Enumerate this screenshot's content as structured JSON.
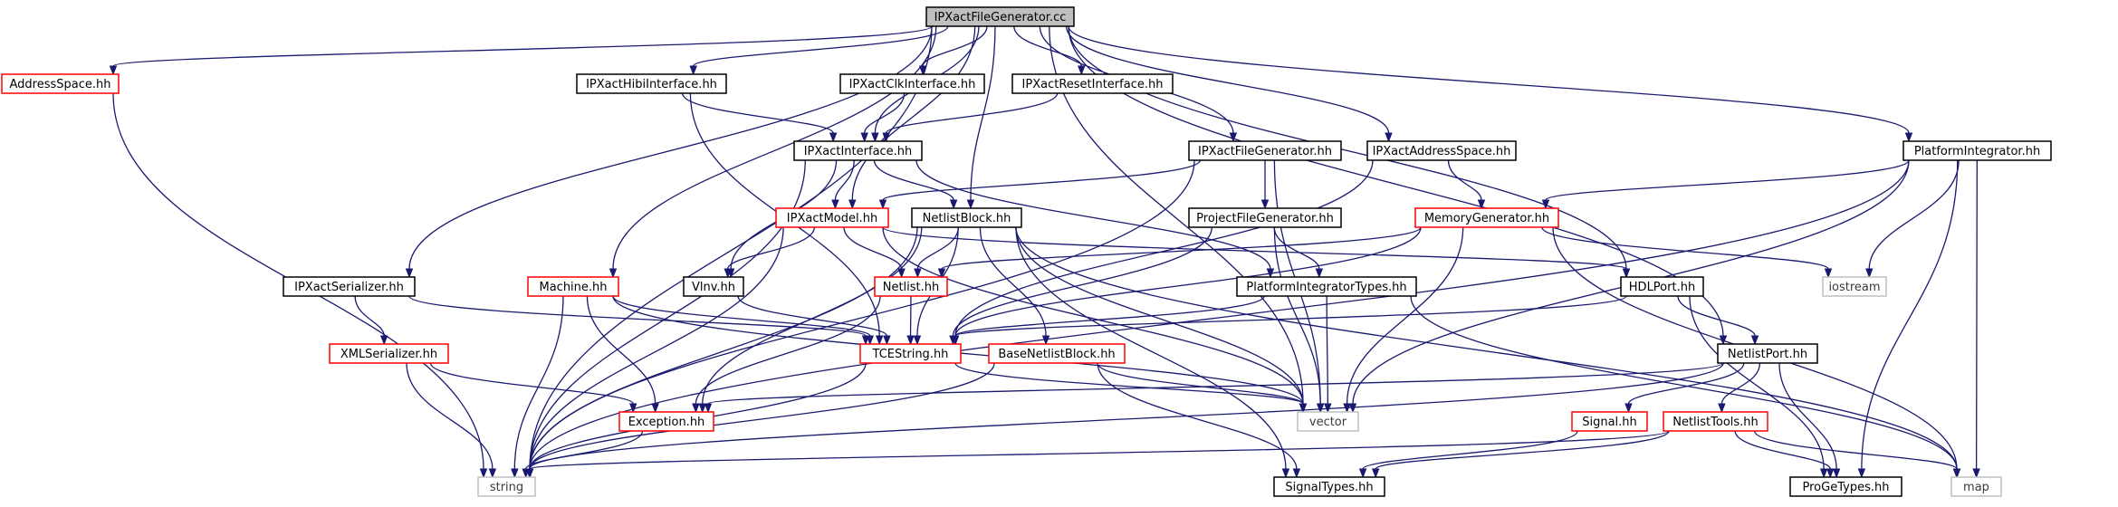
{
  "nodes": {
    "root": "IPXactFileGenerator.cc",
    "addressspace": "AddressSpace.hh",
    "hibi": "IPXactHibiInterface.hh",
    "clk": "IPXactClkInterface.hh",
    "reset": "IPXactResetInterface.hh",
    "ipxinterface": "IPXactInterface.hh",
    "ipxfilegen": "IPXactFileGenerator.hh",
    "ipxaddr": "IPXactAddressSpace.hh",
    "platint": "PlatformIntegrator.hh",
    "ipxmodel": "IPXactModel.hh",
    "netblock": "NetlistBlock.hh",
    "projfilegen": "ProjectFileGenerator.hh",
    "memgen": "MemoryGenerator.hh",
    "iostream": "iostream",
    "ipxser": "IPXactSerializer.hh",
    "machine": "Machine.hh",
    "vlnv": "Vlnv.hh",
    "netlist": "Netlist.hh",
    "pitypes": "PlatformIntegratorTypes.hh",
    "hdlport": "HDLPort.hh",
    "xmlser": "XMLSerializer.hh",
    "tcestring": "TCEString.hh",
    "basenb": "BaseNetlistBlock.hh",
    "netport": "NetlistPort.hh",
    "exception": "Exception.hh",
    "vector": "vector",
    "signal": "Signal.hh",
    "nltools": "NetlistTools.hh",
    "string": "string",
    "signaltypes": "SignalTypes.hh",
    "progetypes": "ProGeTypes.hh",
    "map": "map"
  },
  "edges": [
    [
      "root",
      "addressspace"
    ],
    [
      "root",
      "string"
    ],
    [
      "root",
      "ipxser"
    ],
    [
      "root",
      "machine"
    ],
    [
      "root",
      "hibi"
    ],
    [
      "root",
      "ipxinterface"
    ],
    [
      "root",
      "ipxmodel"
    ],
    [
      "root",
      "clk"
    ],
    [
      "root",
      "reset"
    ],
    [
      "root",
      "netblock"
    ],
    [
      "root",
      "ipxfilegen"
    ],
    [
      "root",
      "ipxaddr"
    ],
    [
      "root",
      "vector"
    ],
    [
      "root",
      "hdlport"
    ],
    [
      "root",
      "netport"
    ],
    [
      "root",
      "platint"
    ],
    [
      "addressspace",
      "string"
    ],
    [
      "hibi",
      "ipxinterface"
    ],
    [
      "hibi",
      "tcestring"
    ],
    [
      "clk",
      "ipxinterface"
    ],
    [
      "reset",
      "ipxinterface"
    ],
    [
      "ipxinterface",
      "string"
    ],
    [
      "ipxinterface",
      "ipxmodel"
    ],
    [
      "ipxinterface",
      "netblock"
    ],
    [
      "ipxinterface",
      "vlnv"
    ],
    [
      "ipxinterface",
      "pitypes"
    ],
    [
      "ipxfilegen",
      "ipxmodel"
    ],
    [
      "ipxfilegen",
      "string"
    ],
    [
      "ipxfilegen",
      "projfilegen"
    ],
    [
      "ipxfilegen",
      "vector"
    ],
    [
      "ipxaddr",
      "memgen"
    ],
    [
      "ipxaddr",
      "tcestring"
    ],
    [
      "platint",
      "memgen"
    ],
    [
      "platint",
      "iostream"
    ],
    [
      "platint",
      "vector"
    ],
    [
      "platint",
      "string"
    ],
    [
      "platint",
      "progetypes"
    ],
    [
      "platint",
      "map"
    ],
    [
      "ipxmodel",
      "string"
    ],
    [
      "ipxmodel",
      "vlnv"
    ],
    [
      "ipxmodel",
      "netlist"
    ],
    [
      "ipxmodel",
      "vector"
    ],
    [
      "ipxmodel",
      "hdlport"
    ],
    [
      "netblock",
      "netlist"
    ],
    [
      "netblock",
      "tcestring"
    ],
    [
      "netblock",
      "basenb"
    ],
    [
      "netblock",
      "exception"
    ],
    [
      "netblock",
      "vector"
    ],
    [
      "netblock",
      "signaltypes"
    ],
    [
      "netblock",
      "string"
    ],
    [
      "netblock",
      "map"
    ],
    [
      "projfilegen",
      "pitypes"
    ],
    [
      "projfilegen",
      "tcestring"
    ],
    [
      "projfilegen",
      "vector"
    ],
    [
      "memgen",
      "netlist"
    ],
    [
      "memgen",
      "tcestring"
    ],
    [
      "memgen",
      "iostream"
    ],
    [
      "memgen",
      "vector"
    ],
    [
      "memgen",
      "map"
    ],
    [
      "ipxser",
      "xmlser"
    ],
    [
      "ipxser",
      "tcestring"
    ],
    [
      "machine",
      "tcestring"
    ],
    [
      "machine",
      "exception"
    ],
    [
      "machine",
      "string"
    ],
    [
      "machine",
      "vector"
    ],
    [
      "vlnv",
      "tcestring"
    ],
    [
      "netlist",
      "tcestring"
    ],
    [
      "netlist",
      "exception"
    ],
    [
      "pitypes",
      "tcestring"
    ],
    [
      "pitypes",
      "vector"
    ],
    [
      "pitypes",
      "map"
    ],
    [
      "hdlport",
      "netport"
    ],
    [
      "hdlport",
      "tcestring"
    ],
    [
      "hdlport",
      "progetypes"
    ],
    [
      "xmlser",
      "exception"
    ],
    [
      "xmlser",
      "string"
    ],
    [
      "tcestring",
      "string"
    ],
    [
      "tcestring",
      "vector"
    ],
    [
      "basenb",
      "string"
    ],
    [
      "basenb",
      "signaltypes"
    ],
    [
      "basenb",
      "vector"
    ],
    [
      "netport",
      "exception"
    ],
    [
      "netport",
      "signal"
    ],
    [
      "netport",
      "nltools"
    ],
    [
      "netport",
      "progetypes"
    ],
    [
      "netport",
      "string"
    ],
    [
      "exception",
      "string"
    ],
    [
      "signal",
      "signaltypes"
    ],
    [
      "nltools",
      "string"
    ],
    [
      "nltools",
      "progetypes"
    ],
    [
      "nltools",
      "map"
    ],
    [
      "nltools",
      "signaltypes"
    ]
  ]
}
